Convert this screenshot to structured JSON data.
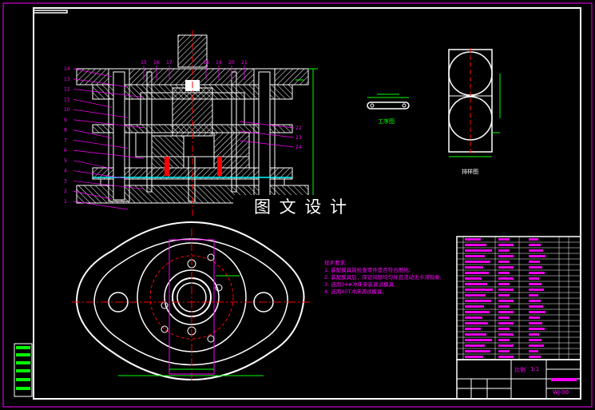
{
  "watermark": "图 文 设 计",
  "part_view_label": "工序图",
  "strip_layout_label": "排样图",
  "tech_requirements": {
    "heading": "技术要求:",
    "items": [
      "1. 装配模具前检查零件是否符合图纸;",
      "2. 装配模具后，保证间隙均匀并且活动无卡滞现象;",
      "3. 选用04#冲床安装调试模具;",
      "4. 选用40T冲床调试模具。"
    ]
  },
  "part_numbers_top": [
    "15",
    "16",
    "17",
    "18",
    "19",
    "20",
    "21"
  ],
  "part_numbers_left": [
    "14",
    "13",
    "12",
    "11",
    "10",
    "9",
    "8",
    "7",
    "6",
    "5",
    "4",
    "3",
    "2",
    "1"
  ],
  "part_numbers_right": [
    "22",
    "23",
    "24"
  ],
  "title_block": {
    "scale": "1:1",
    "ratio_label": "比例",
    "drawing_no": "WJ-00"
  },
  "colors": {
    "frame": "#ffffff",
    "outer_border": "#ff00ff",
    "leader": "#ff00ff",
    "hatch": "#ffffff",
    "dimension": "#00ff00",
    "center_line": "#ff0000",
    "hidden": "#00ffff",
    "title_text": "#ff00ff"
  }
}
